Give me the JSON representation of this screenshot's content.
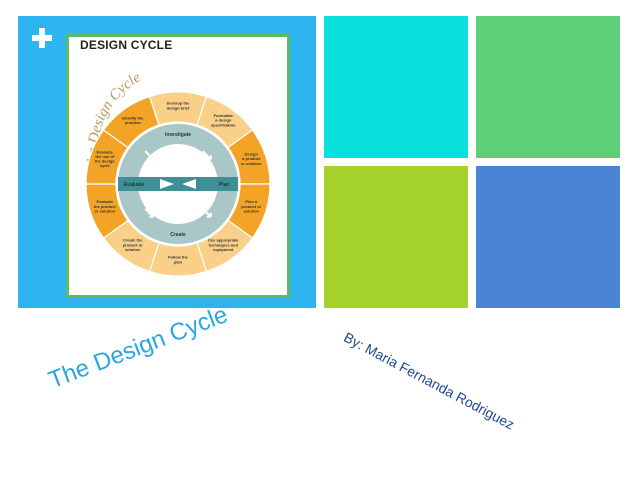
{
  "slide": {
    "figure_title": "DESIGN CYCLE",
    "title": "The Design Cycle",
    "author": "By: Maria Fernanda Rodriguez"
  },
  "diagram": {
    "arc_title": "The Design Cycle",
    "inner_labels": {
      "top": "Investigate",
      "right": "Plan",
      "bottom": "Create",
      "left": "Evaluate"
    },
    "segments": [
      [
        "Develop the",
        "design brief"
      ],
      [
        "Formulate",
        "a design",
        "specification"
      ],
      [
        "Design",
        "a product",
        "or solution"
      ],
      [
        "Plan a",
        "product or",
        "solution"
      ],
      [
        "Use appropriate",
        "techniques and",
        "equipment"
      ],
      [
        "Follow the",
        "plan"
      ],
      [
        "Create the",
        "product or",
        "solution"
      ],
      [
        "Evaluate",
        "the product",
        "or solution"
      ],
      [
        "Evaluate",
        "the use of",
        "the design",
        "cycle"
      ],
      [
        "Identify the",
        "problem"
      ]
    ]
  },
  "colors": {
    "panel_blue": "#2eb4ef",
    "tile_cyan": "#08e0dc",
    "tile_green": "#5ccf78",
    "tile_lime": "#a4d12c",
    "tile_blue": "#4a84d2",
    "ring_orange": "#f3a426",
    "ring_light": "#fad088",
    "ring_inner": "#a9c7c7",
    "title_blue": "#2aa6e0",
    "author_blue": "#1f4a8c"
  }
}
